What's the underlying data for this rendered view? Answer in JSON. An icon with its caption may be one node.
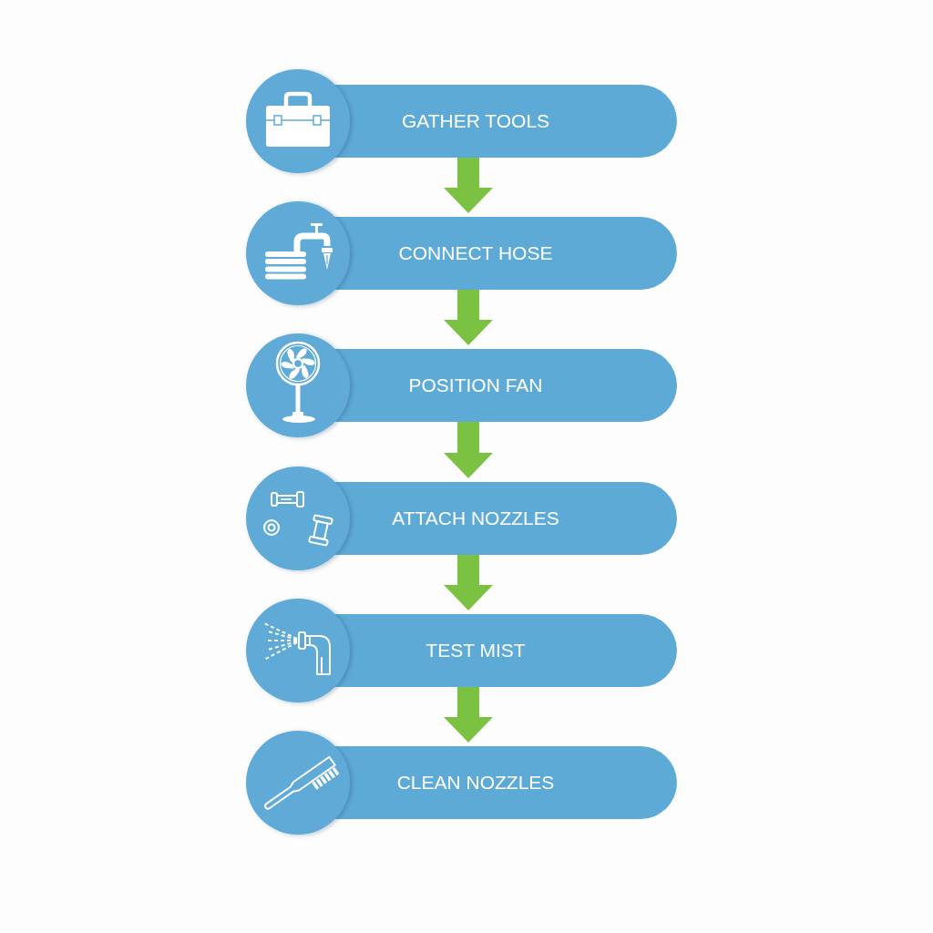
{
  "diagram": {
    "nodes": [
      {
        "text": [
          "GATHER TOOLS"
        ]
      },
      {
        "text": [
          "CONNECT HOSE"
        ]
      },
      {
        "text": [
          "POSITION FAN"
        ]
      },
      {
        "text": [
          "ATTACH NOZZLES"
        ]
      },
      {
        "text": [
          "TEST MIST"
        ]
      },
      {
        "text": [
          "CLEAN NOZZLES"
        ]
      }
    ],
    "edges": [
      {
        "from": 0,
        "to": 1,
        "arrow": "to"
      },
      {
        "from": 1,
        "to": 2,
        "arrow": "to"
      },
      {
        "from": 2,
        "to": 3,
        "arrow": "to"
      },
      {
        "from": 3,
        "to": 4,
        "arrow": "to"
      },
      {
        "from": 4,
        "to": 5,
        "arrow": "to"
      }
    ]
  }
}
